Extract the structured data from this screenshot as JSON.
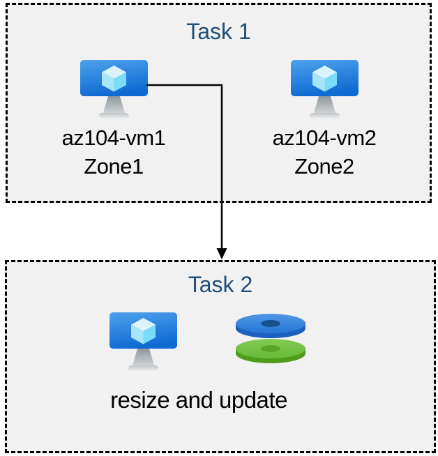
{
  "colors": {
    "box-bg": "#f1f1f1",
    "box-border": "#000000",
    "title": "#1f4e79",
    "label": "#000000",
    "arrow": "#000000",
    "vm-screen-top": "#4fa1ed",
    "vm-screen-bottom": "#0e6bd2",
    "disk-blue-top": "#2e7fd9",
    "disk-blue-side": "#1a61bd",
    "disk-blue-hole": "#16518f",
    "disk-green-top": "#71bf41",
    "disk-green-side": "#4f9c1d",
    "disk-green-hole": "#57a52a"
  },
  "task1": {
    "title": "Task 1",
    "vms": [
      {
        "icon": "virtual-machine-icon",
        "name": "az104-vm1",
        "zone": "Zone1"
      },
      {
        "icon": "virtual-machine-icon",
        "name": "az104-vm2",
        "zone": "Zone2"
      }
    ]
  },
  "task2": {
    "title": "Task 2",
    "icons": [
      "virtual-machine-icon",
      "disks-icon"
    ],
    "caption": "resize and update"
  },
  "arrow": {
    "from": "az104-vm1",
    "to": "Task 2"
  }
}
